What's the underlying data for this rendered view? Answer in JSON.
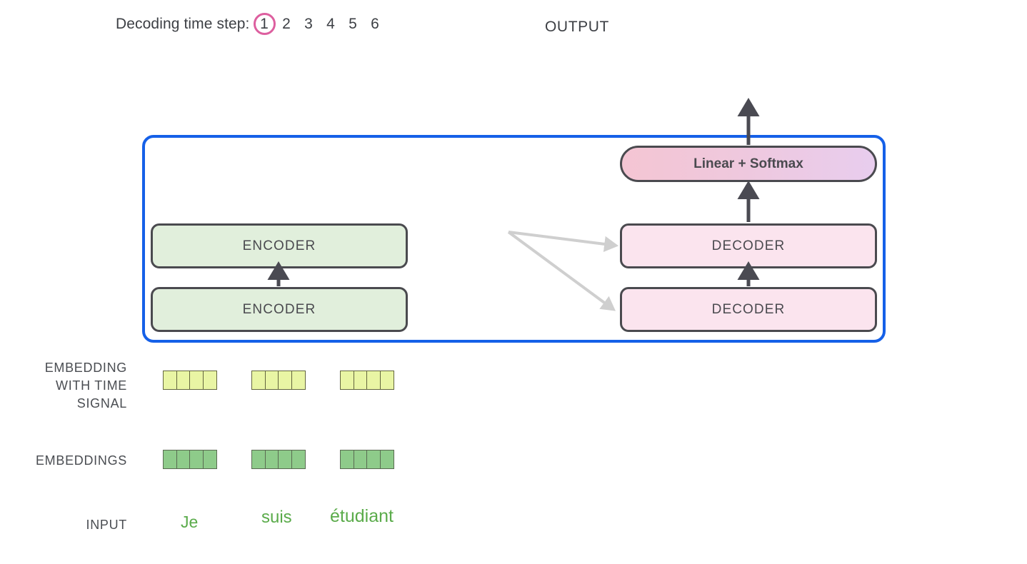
{
  "header": {
    "timestep_label": "Decoding time step:",
    "steps": [
      "1",
      "2",
      "3",
      "4",
      "5",
      "6"
    ],
    "active_step_index": 0,
    "active_step_color": "#dd5f9f",
    "output_title": "OUTPUT"
  },
  "model": {
    "frame_color": "#1560e8",
    "encoder_stack": [
      {
        "label": "ENCODER"
      },
      {
        "label": "ENCODER"
      }
    ],
    "decoder_stack": [
      {
        "label": "DECODER"
      },
      {
        "label": "DECODER"
      }
    ],
    "linear_softmax": {
      "label": "Linear + Softmax",
      "gradient_from": "#f4c5d3",
      "gradient_to": "#e8cdee"
    },
    "encoder_color": "#e1efdc",
    "decoder_color": "#fbe4ee",
    "block_border_color": "#4a4a4f",
    "cross_arrow_color": "#cfcfcf",
    "flow_arrow_color": "#4a4a52"
  },
  "rows": {
    "embedding_with_time_signal": {
      "label": "EMBEDDING\nWITH TIME\nSIGNAL",
      "label_lines": [
        "EMBEDDING",
        "WITH TIME",
        "SIGNAL"
      ],
      "cell_color": "#e9f5a4",
      "cells_per_token": 4
    },
    "embeddings": {
      "label": "EMBEDDINGS",
      "cell_color": "#8ecb8a",
      "cells_per_token": 4
    },
    "input": {
      "label": "INPUT",
      "word_color": "#5aab4a",
      "tokens": [
        "Je",
        "suis",
        "étudiant"
      ]
    }
  }
}
